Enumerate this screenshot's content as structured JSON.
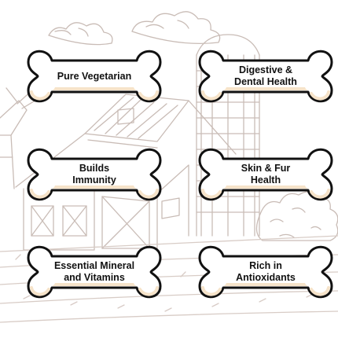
{
  "badges": [
    {
      "text": "Pure Vegetarian"
    },
    {
      "text": "Digestive &\nDental Health"
    },
    {
      "text": "Builds\nImmunity"
    },
    {
      "text": "Skin & Fur\nHealth"
    },
    {
      "text": "Essential Mineral\nand Vitamins"
    },
    {
      "text": "Rich in\nAntioxidants"
    }
  ],
  "colors": {
    "bone_fill": "#ffffff",
    "bone_stroke": "#111111",
    "bone_shade": "#f6e3c9",
    "sketch": "#c9bcb6",
    "ground": "#d8ccc6"
  }
}
